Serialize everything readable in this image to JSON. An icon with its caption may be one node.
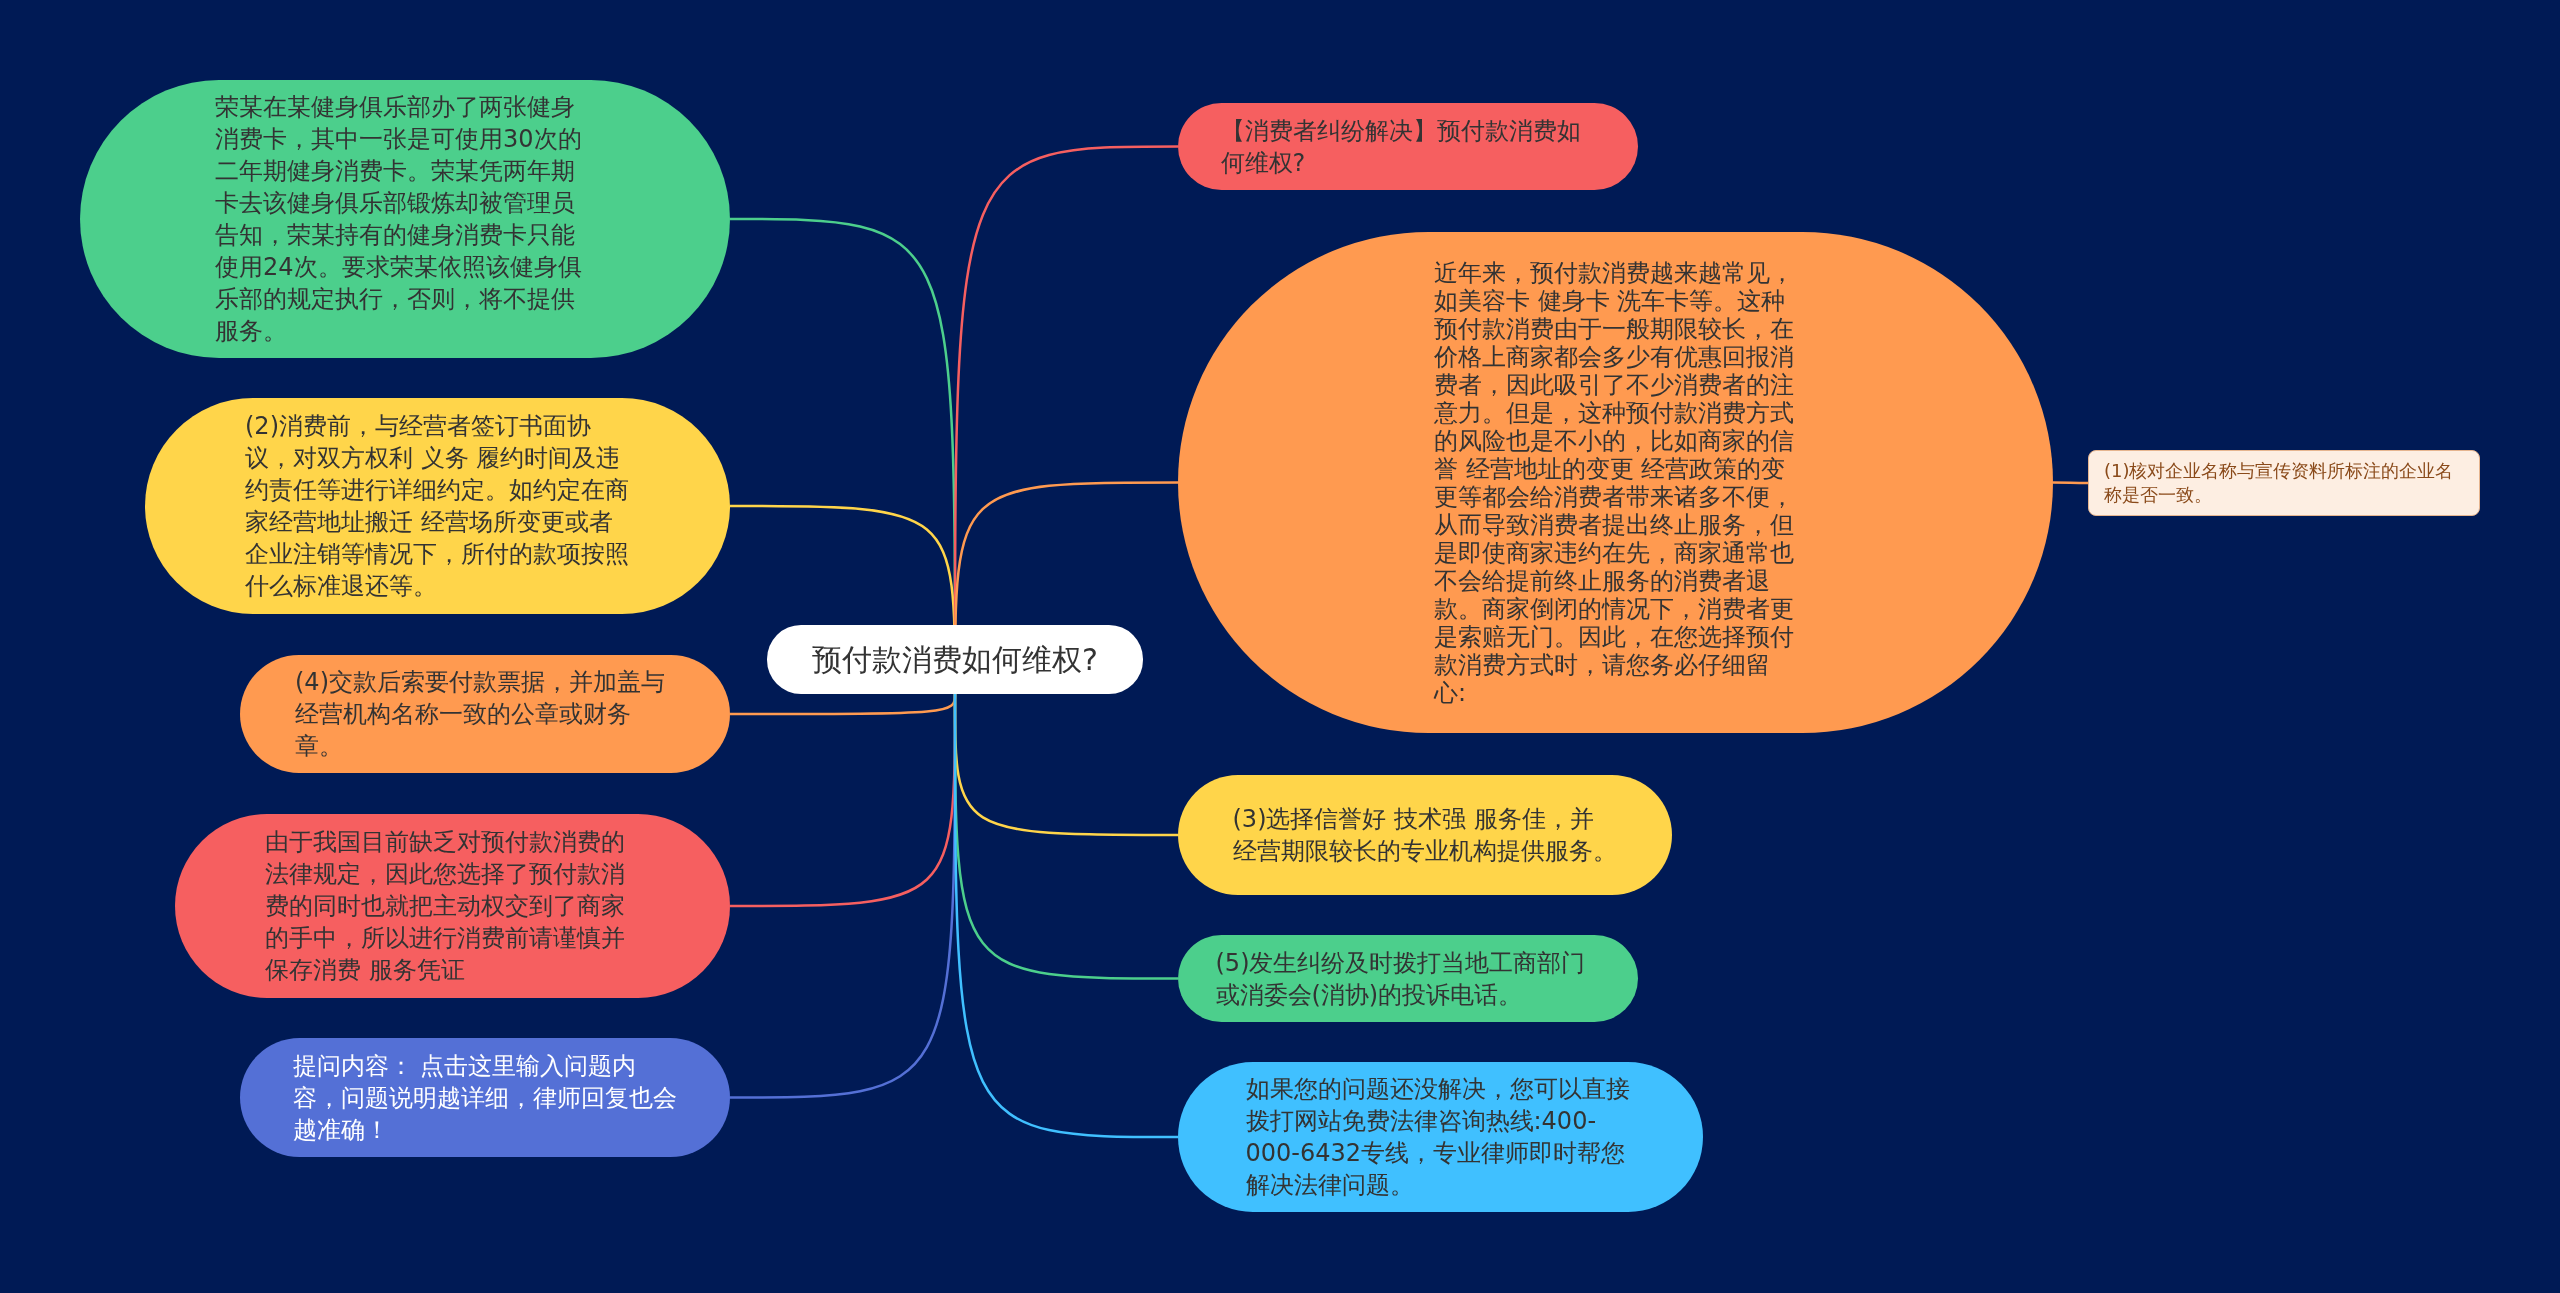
{
  "diagram": {
    "nodes": [
      {
        "text": [
          "预付款消费如何维权?"
        ]
      },
      {
        "text": [
          "荣某在某健身俱乐部办了两张健身消费卡，其中一张是可使用30次的二年期健身消费卡。荣某凭两年期卡去该健身俱乐部锻炼却被管理员告知，荣某持有的健身消费卡只能使用24次。要求荣某依照该健身俱乐部的规定执行，否则，将不提供服务。"
        ]
      },
      {
        "text": [
          "(2)消费前，与经营者签订书面协议，对双方权利 义务 履约时间及违约责任等进行详细约定。如约定在商家经营地址搬迁 经营场所变更或者企业注销等情况下，所付的款项按照什么标准退还等。"
        ]
      },
      {
        "text": [
          "(4)交款后索要付款票据，并加盖与经营机构名称一致的公章或财务章。"
        ]
      },
      {
        "text": [
          "由于我国目前缺乏对预付款消费的法律规定，因此您选择了预付款消费的同时也就把主动权交到了商家的手中，所以进行消费前请谨慎并保存消费 服务凭证"
        ]
      },
      {
        "text": [
          "提问内容： 点击这里输入问题内容，问题说明越详细，律师回复也会越准确！"
        ]
      },
      {
        "text": [
          "【消费者纠纷解决】预付款消费如何维权?"
        ]
      },
      {
        "text": [
          "近年来，预付款消费越来越常见，如美容卡 健身卡 洗车卡等。这种预付款消费由于一般期限较长，在价格上商家都会多少有优惠回报消费者，因此吸引了不少消费者的注意力。但是，这种预付款消费方式的风险也是不小的，比如商家的信誉 经营地址的变更 经营政策的变更等都会给消费者带来诸多不便，从而导致消费者提出终止服务，但是即使商家违约在先，商家通常也不会给提前终止服务的消费者退款。商家倒闭的情况下，消费者更是索赔无门。因此，在您选择预付款消费方式时，请您务必仔细留心:"
        ]
      },
      {
        "text": [
          "(1)核对企业名称与宣传资料所标注的企业名称是否一致。"
        ]
      },
      {
        "text": [
          "(3)选择信誉好 技术强 服务佳，并经营期限较长的专业机构提供服务。"
        ]
      },
      {
        "text": [
          "(5)发生纠纷及时拨打当地工商部门或消委会(消协)的投诉电话。"
        ]
      },
      {
        "text": [
          "如果您的问题还没解决，您可以直接拨打网站免费法律咨询热线:400-000-6432专线，专业律师即时帮您解决法律问题。"
        ]
      }
    ],
    "edges": [
      {
        "from": 0,
        "to": 1,
        "arrow": "none",
        "color": "#4ccf8c"
      },
      {
        "from": 0,
        "to": 2,
        "arrow": "none",
        "color": "#ffd54a"
      },
      {
        "from": 0,
        "to": 3,
        "arrow": "none",
        "color": "#ff9a50"
      },
      {
        "from": 0,
        "to": 4,
        "arrow": "none",
        "color": "#f65f60"
      },
      {
        "from": 0,
        "to": 5,
        "arrow": "none",
        "color": "#5470d6"
      },
      {
        "from": 0,
        "to": 6,
        "arrow": "none",
        "color": "#f65f60"
      },
      {
        "from": 0,
        "to": 7,
        "arrow": "none",
        "color": "#ff9a50"
      },
      {
        "from": 7,
        "to": 8,
        "arrow": "none",
        "color": "#ff9a50"
      },
      {
        "from": 0,
        "to": 9,
        "arrow": "none",
        "color": "#ffd54a"
      },
      {
        "from": 0,
        "to": 10,
        "arrow": "none",
        "color": "#4ccf8c"
      },
      {
        "from": 0,
        "to": 11,
        "arrow": "none",
        "color": "#40c0ff"
      }
    ]
  }
}
